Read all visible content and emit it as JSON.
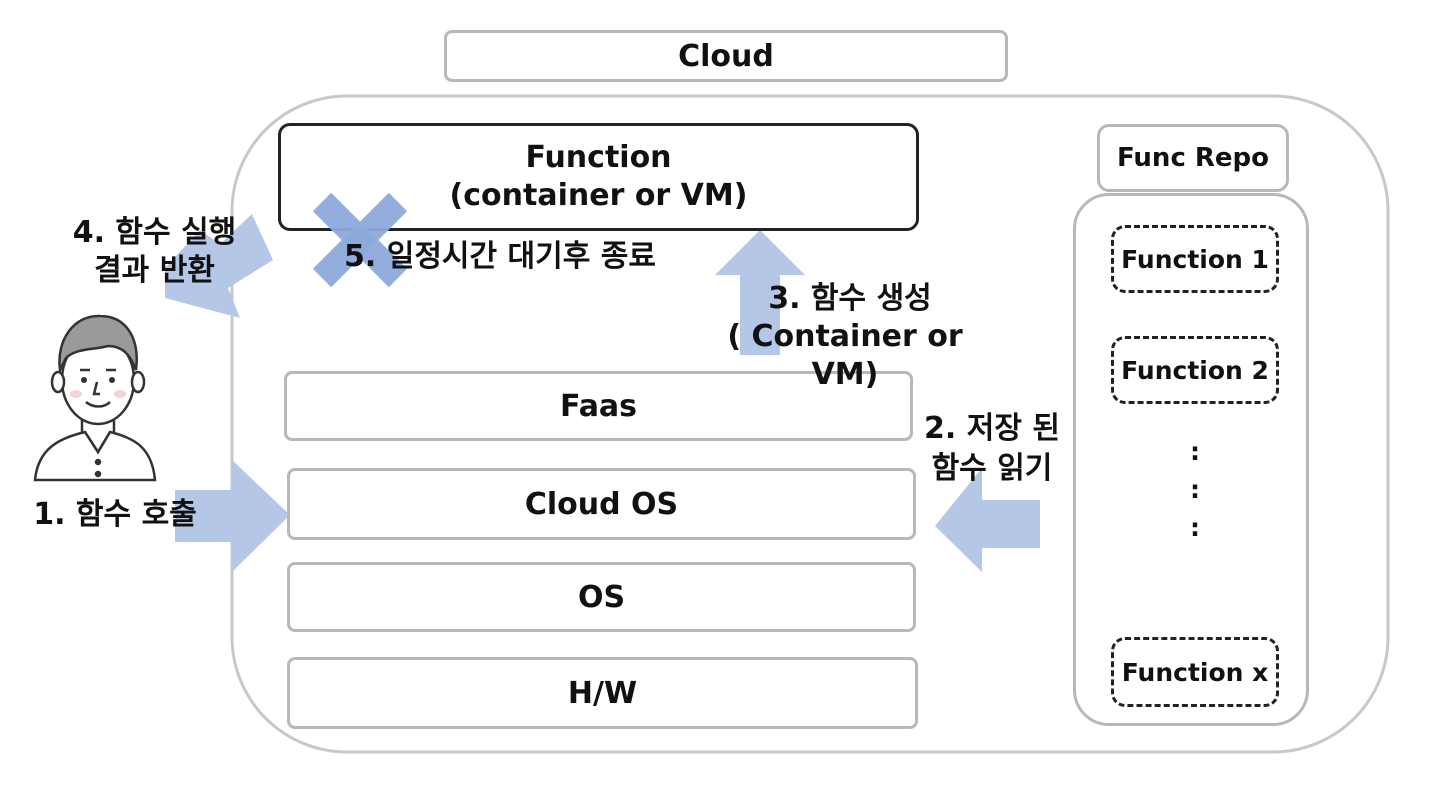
{
  "header": {
    "title": "Cloud"
  },
  "function_box": {
    "line1": "Function",
    "line2": "(container or VM)"
  },
  "layers": [
    "Faas",
    "Cloud OS",
    "OS",
    "H/W"
  ],
  "repo": {
    "title": "Func Repo",
    "items": [
      "Function 1",
      "Function 2",
      "Function x"
    ],
    "ellipsis": [
      ":",
      ":",
      ":"
    ]
  },
  "steps": {
    "step1": "1. 함수 호출",
    "step2_line1": "2. 저장 된",
    "step2_line2": "함수 읽기",
    "step3_line1": "3. 함수 생성",
    "step3_line2": "( Container or VM)",
    "step4_line1": "4. 함수 실행",
    "step4_line2": "결과 반환",
    "step5": "5. 일정시간 대기후 종료"
  },
  "colors": {
    "arrow": "#b4c7e7",
    "cross": "#8eaadb",
    "box_border": "#b8b8b8",
    "dark_border": "#222222"
  },
  "icons": {
    "user": "person-icon",
    "terminate": "x-cross-icon"
  }
}
